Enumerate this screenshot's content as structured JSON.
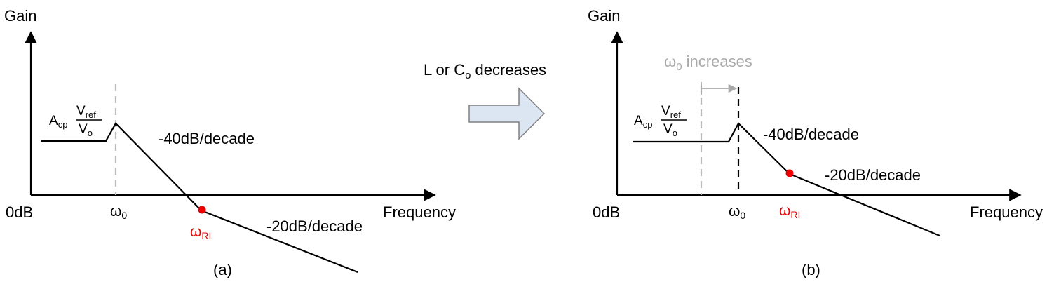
{
  "colors": {
    "line": "#000000",
    "old_marker": "#bbbbbb",
    "highlight": "#ee0000",
    "annotation_gray": "#aaaaaa",
    "arrow_fill": "#dce6f2",
    "arrow_stroke": "#7f7f7f"
  },
  "transition": {
    "label_prefix": "L or C",
    "label_sub": "o",
    "label_suffix": " decreases"
  },
  "panel_a": {
    "y_axis_label": "Gain",
    "origin_label": "0dB",
    "x_axis_label": "Frequency",
    "gain_coef": "A",
    "gain_coef_sub": "cp",
    "gain_num": "V",
    "gain_num_sub": "ref",
    "gain_den": "V",
    "gain_den_sub": "o",
    "omega0_symbol": "ω",
    "omega0_sub": "0",
    "omegaRI_symbol": "ω",
    "omegaRI_sub": "RI",
    "slope1": "-40dB/decade",
    "slope2": "-20dB/decade",
    "caption": "(a)"
  },
  "panel_b": {
    "y_axis_label": "Gain",
    "origin_label": "0dB",
    "x_axis_label": "Frequency",
    "gain_coef": "A",
    "gain_coef_sub": "cp",
    "gain_num": "V",
    "gain_num_sub": "ref",
    "gain_den": "V",
    "gain_den_sub": "o",
    "omega0_symbol": "ω",
    "omega0_sub": "0",
    "omegaRI_symbol": "ω",
    "omegaRI_sub": "RI",
    "slope1": "-40dB/decade",
    "slope2": "-20dB/decade",
    "shift_symbol": "ω",
    "shift_sub": "0",
    "shift_text": " increases",
    "caption": "(b)"
  }
}
